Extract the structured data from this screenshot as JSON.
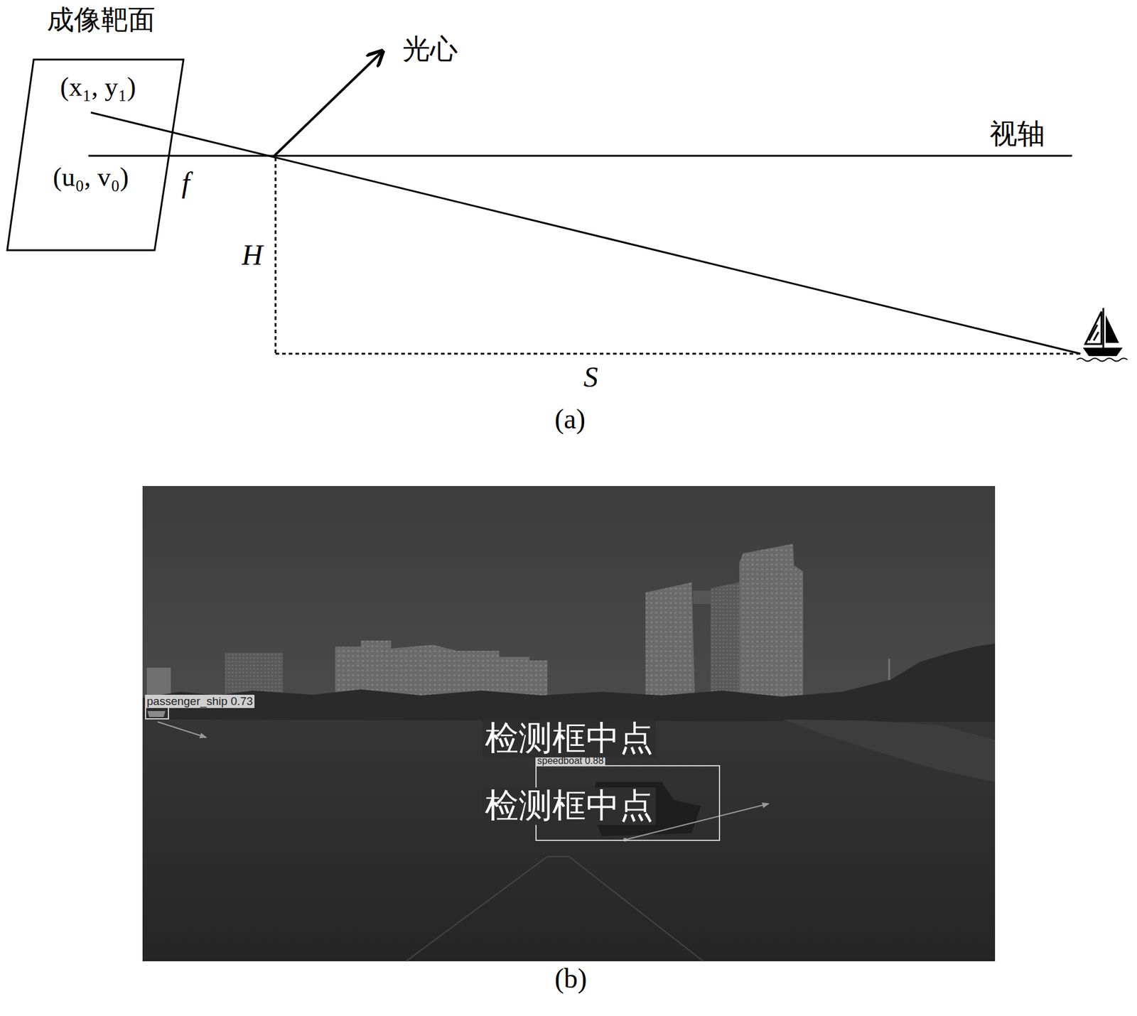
{
  "diagram": {
    "nodes": [
      {
        "text": [
          "成像靶面",
          "(x₁, y₁)",
          "(u₀, v₀)"
        ]
      },
      {
        "text": [
          "passenger_ship 0.73"
        ]
      },
      {
        "text": [
          "speedboat 0.88"
        ]
      }
    ],
    "labels": [
      "光心",
      "视轴",
      "f",
      "H",
      "S",
      "(a)",
      "检测框中点",
      "检测框中点",
      "(b)"
    ]
  }
}
